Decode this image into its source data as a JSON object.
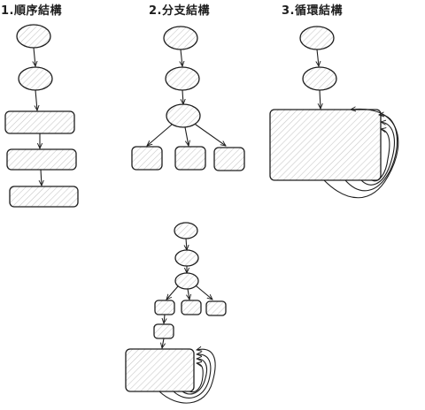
{
  "titles": {
    "sequential": "1.順序結構",
    "branching": "2.分支結構",
    "loop": "3.循環結構"
  },
  "colors": {
    "stroke": "#1e1e1e",
    "hatch": "#c9c9c9",
    "background": "#ffffff"
  }
}
